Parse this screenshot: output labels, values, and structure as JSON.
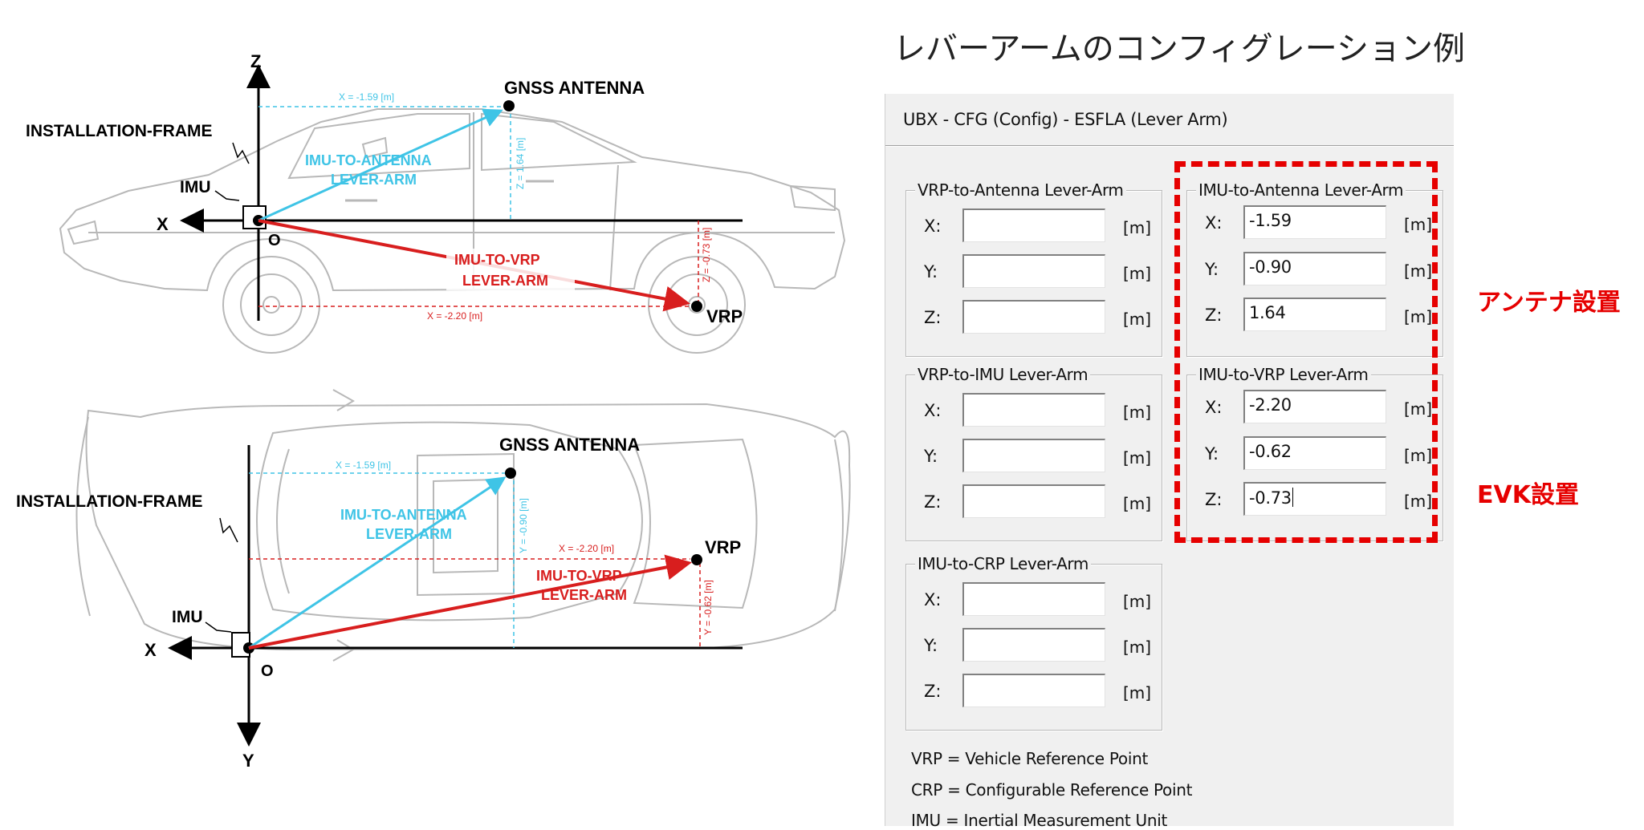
{
  "heading": "レバーアームのコンフィグレーション例",
  "dialog": {
    "title": "UBX - CFG (Config) - ESFLA (Lever Arm)",
    "groups": {
      "vrp_to_antenna": {
        "legend": "VRP-to-Antenna Lever-Arm",
        "x": "",
        "y": "",
        "z": ""
      },
      "imu_to_antenna": {
        "legend": "IMU-to-Antenna Lever-Arm",
        "x": "-1.59",
        "y": "-0.90",
        "z": "1.64"
      },
      "vrp_to_imu": {
        "legend": "VRP-to-IMU Lever-Arm",
        "x": "",
        "y": "",
        "z": ""
      },
      "imu_to_vrp": {
        "legend": "IMU-to-VRP Lever-Arm",
        "x": "-2.20",
        "y": "-0.62",
        "z": "-0.73"
      },
      "imu_to_crp": {
        "legend": "IMU-to-CRP Lever-Arm",
        "x": "",
        "y": "",
        "z": ""
      }
    },
    "axis_labels": {
      "x": "X:",
      "y": "Y:",
      "z": "Z:"
    },
    "unit": "[m]",
    "legend_lines": [
      "VRP = Vehicle Reference Point",
      "CRP = Configurable Reference Point",
      "IMU = Inertial Measurement Unit"
    ]
  },
  "annotations": {
    "antenna_install": "アンテナ設置",
    "evk_install": "EVK設置",
    "highlight_color": "#e60000"
  },
  "diagram": {
    "side_view": {
      "axis_z": "Z",
      "axis_x": "X",
      "origin": "O",
      "installation_frame": "INSTALLATION-FRAME",
      "imu": "IMU",
      "gnss_antenna": "GNSS ANTENNA",
      "vrp": "VRP",
      "imu_to_antenna_line1": "IMU-TO-ANTENNA",
      "imu_to_antenna_line2": "LEVER-ARM",
      "imu_to_vrp_line1": "IMU-TO-VRP",
      "imu_to_vrp_line2": "LEVER-ARM",
      "antenna_x_dim": "X = -1.59 [m]",
      "antenna_z_dim": "Z = 1.64 [m]",
      "vrp_x_dim": "X = -2.20 [m]",
      "vrp_z_dim": "Z = -0.73 [m]"
    },
    "top_view": {
      "axis_x": "X",
      "axis_y": "Y",
      "origin": "O",
      "installation_frame": "INSTALLATION-FRAME",
      "imu": "IMU",
      "gnss_antenna": "GNSS ANTENNA",
      "vrp": "VRP",
      "imu_to_antenna_line1": "IMU-TO-ANTENNA",
      "imu_to_antenna_line2": "LEVER-ARM",
      "imu_to_vrp_line1": "IMU-TO-VRP",
      "imu_to_vrp_line2": "LEVER-ARM",
      "antenna_x_dim": "X = -1.59 [m]",
      "antenna_y_dim": "Y = -0.90 [m]",
      "vrp_x_dim": "X = -2.20 [m]",
      "vrp_y_dim": "Y = -0.62 [m]"
    },
    "colors": {
      "antenna_arm": "#3fc4e6",
      "vrp_arm": "#d81e1e",
      "car_outline": "#b8b8b8"
    }
  }
}
